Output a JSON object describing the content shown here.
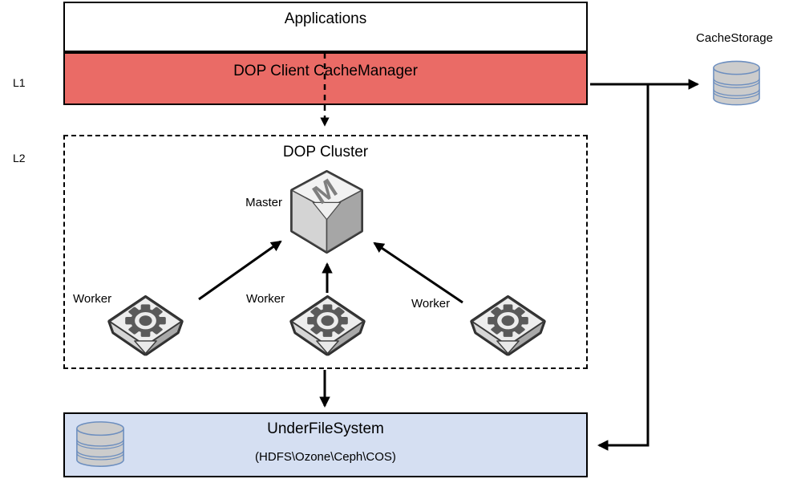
{
  "diagram": {
    "layers": {
      "l1": "L1",
      "l2": "L2"
    },
    "applications": {
      "label": "Applications"
    },
    "client": {
      "label": "DOP Client CacheManager"
    },
    "cluster": {
      "title": "DOP Cluster",
      "master": {
        "label": "Master",
        "letter": "M"
      },
      "workers": [
        {
          "label": "Worker"
        },
        {
          "label": "Worker"
        },
        {
          "label": "Worker"
        }
      ]
    },
    "ufs": {
      "title": "UnderFileSystem",
      "subtitle": "(HDFS\\Ozone\\Ceph\\COS)"
    },
    "cache_storage": {
      "label": "CacheStorage"
    },
    "colors": {
      "l1_fill": "#ea6b66",
      "ufs_fill": "#d5dff2",
      "db_fill": "#cccccc",
      "db_stroke": "#6c8ebf",
      "line": "#000000"
    }
  }
}
